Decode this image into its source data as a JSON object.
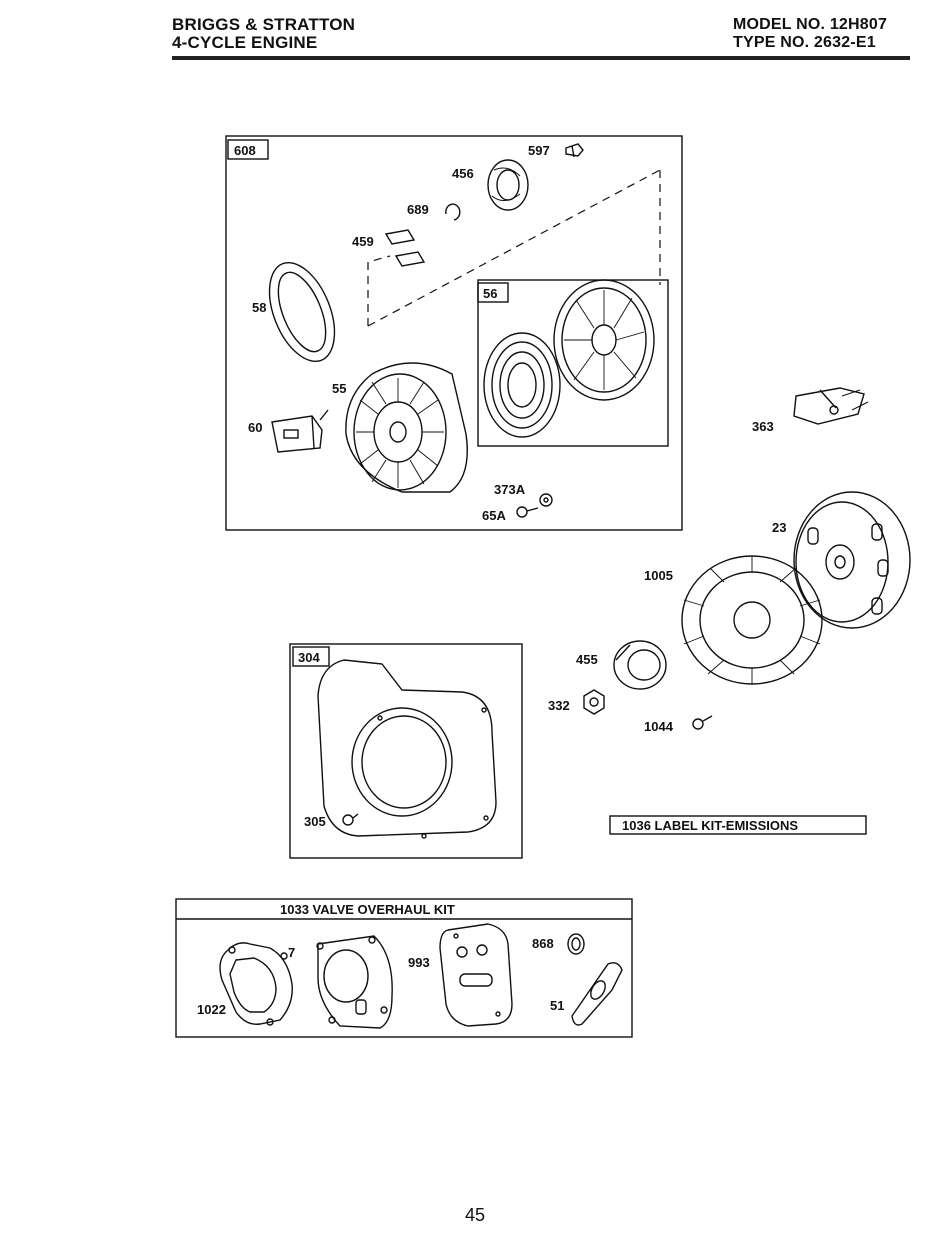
{
  "header": {
    "manufacturer": "BRIGGS & STRATTON",
    "engine": "4-CYCLE ENGINE",
    "model": "MODEL NO. 12H807",
    "type": "TYPE NO. 2632-E1"
  },
  "boxes": {
    "rewind_starter": "608",
    "pulley_assembly": "56",
    "blower_housing": "304"
  },
  "parts": {
    "p597": "597",
    "p456": "456",
    "p689": "689",
    "p459": "459",
    "p58": "58",
    "p55": "55",
    "p60": "60",
    "p373A": "373A",
    "p65A": "65A",
    "p363": "363",
    "p23": "23",
    "p1005": "1005",
    "p455": "455",
    "p332": "332",
    "p1044": "1044",
    "p305": "305",
    "p7": "7",
    "p993": "993",
    "p868": "868",
    "p1022": "1022",
    "p51": "51"
  },
  "kits": {
    "label_kit": "1036 LABEL KIT-EMISSIONS",
    "valve_kit": "1033 VALVE OVERHAUL KIT"
  },
  "page_number": "45"
}
